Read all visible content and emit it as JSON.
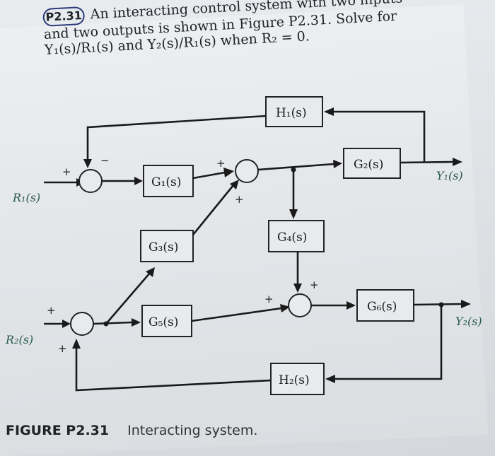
{
  "problem": {
    "number": "P2.31",
    "line1": "An interacting control system with two inputs",
    "line2": "and two outputs is shown in Figure P2.31. Solve for",
    "line3": "Y₁(s)/R₁(s) and Y₂(s)/R₁(s) when R₂ = 0."
  },
  "blocks": {
    "g1": "G₁(s)",
    "g2": "G₂(s)",
    "g3": "G₃(s)",
    "g4": "G₄(s)",
    "g5": "G₅(s)",
    "g6": "G₆(s)",
    "h1": "H₁(s)",
    "h2": "H₂(s)"
  },
  "signals": {
    "r1": "R₁(s)",
    "r2": "R₂(s)",
    "y1": "Y₁(s)",
    "y2": "Y₂(s)"
  },
  "signs": {
    "plus": "+",
    "minus": "−"
  },
  "caption": {
    "figure": "FIGURE P2.31",
    "title": "Interacting system."
  }
}
